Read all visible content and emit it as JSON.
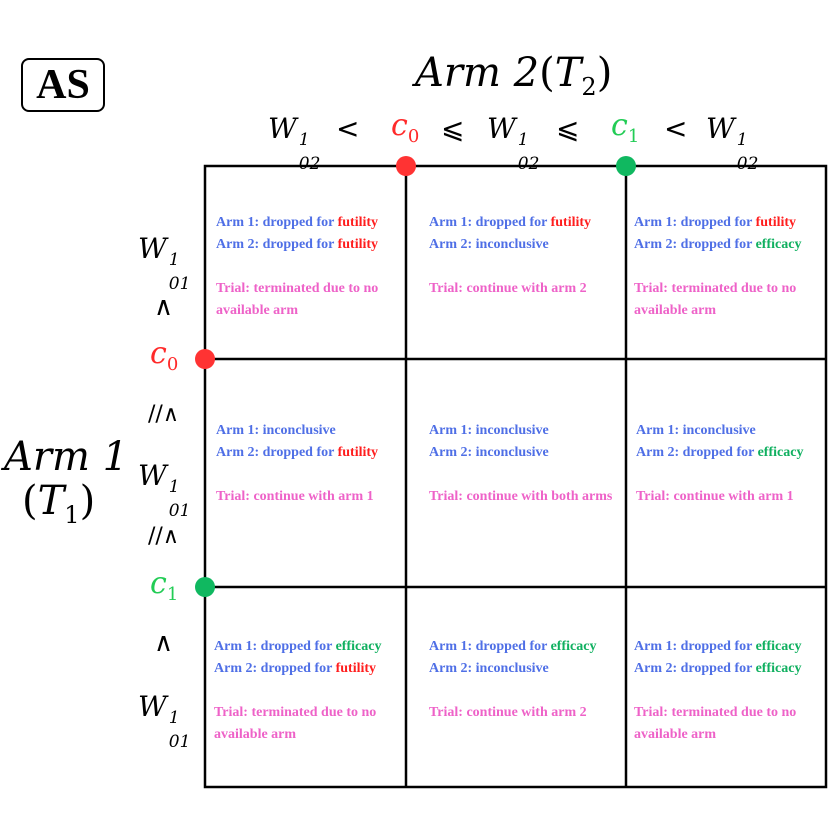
{
  "badge": "AS",
  "top_title": {
    "arm": "Arm 2",
    "t": "T",
    "t_sub": "2"
  },
  "left_title": {
    "arm": "Arm 1",
    "t": "T",
    "t_sub": "1"
  },
  "top_conditions": {
    "w": "W",
    "w_sup": "1",
    "w_sub": "02",
    "lt": "<",
    "le": "⩽",
    "c0": "c",
    "c0_sub": "0",
    "c1": "c",
    "c1_sub": "1"
  },
  "left_conditions": {
    "w": "W",
    "w_sup": "1",
    "w_sub": "01",
    "wedge": "∧",
    "wedge_eq": "//∧",
    "c0": "c",
    "c0_sub": "0",
    "c1": "c",
    "c1_sub": "1"
  },
  "colors": {
    "c0": "#ff2a2a",
    "c1": "#22cc55",
    "arm_text": "#4f6fe6",
    "trial_text": "#ee62c8"
  },
  "cells": [
    {
      "arm1_pre": "Arm 1: dropped for ",
      "arm1_kw": "futility",
      "arm1_kind": "fut",
      "arm2_pre": "Arm 2: dropped for ",
      "arm2_kw": "futility",
      "arm2_kind": "fut",
      "trial": "Trial: terminated due to no available arm"
    },
    {
      "arm1_pre": "Arm 1: dropped for ",
      "arm1_kw": "futility",
      "arm1_kind": "fut",
      "arm2_pre": "Arm 2: inconclusive",
      "arm2_kw": "",
      "arm2_kind": "",
      "trial": "Trial: continue with arm 2"
    },
    {
      "arm1_pre": "Arm 1: dropped for ",
      "arm1_kw": "futility",
      "arm1_kind": "fut",
      "arm2_pre": "Arm 2: dropped for ",
      "arm2_kw": "efficacy",
      "arm2_kind": "eff",
      "trial": "Trial: terminated due to no available arm"
    },
    {
      "arm1_pre": "Arm 1: inconclusive",
      "arm1_kw": "",
      "arm1_kind": "",
      "arm2_pre": "Arm 2: dropped for ",
      "arm2_kw": "futility",
      "arm2_kind": "fut",
      "trial": "Trial: continue with arm 1"
    },
    {
      "arm1_pre": "Arm 1: inconclusive",
      "arm1_kw": "",
      "arm1_kind": "",
      "arm2_pre": "Arm 2: inconclusive",
      "arm2_kw": "",
      "arm2_kind": "",
      "trial": "Trial: continue with both arms"
    },
    {
      "arm1_pre": "Arm 1: inconclusive",
      "arm1_kw": "",
      "arm1_kind": "",
      "arm2_pre": "Arm 2: dropped for ",
      "arm2_kw": "efficacy",
      "arm2_kind": "eff",
      "trial": "Trial: continue with arm 1"
    },
    {
      "arm1_pre": "Arm 1: dropped for ",
      "arm1_kw": "efficacy",
      "arm1_kind": "eff",
      "arm2_pre": "Arm 2: dropped for ",
      "arm2_kw": "futility",
      "arm2_kind": "fut",
      "trial": "Trial: terminated due to no available arm"
    },
    {
      "arm1_pre": "Arm 1: dropped for ",
      "arm1_kw": "efficacy",
      "arm1_kind": "eff",
      "arm2_pre": "Arm 2: inconclusive",
      "arm2_kw": "",
      "arm2_kind": "",
      "trial": "Trial: continue with arm 2"
    },
    {
      "arm1_pre": "Arm 1: dropped for ",
      "arm1_kw": "efficacy",
      "arm1_kind": "eff",
      "arm2_pre": "Arm 2: dropped for ",
      "arm2_kw": "efficacy",
      "arm2_kind": "eff",
      "trial": "Trial: terminated due to no available arm"
    }
  ]
}
